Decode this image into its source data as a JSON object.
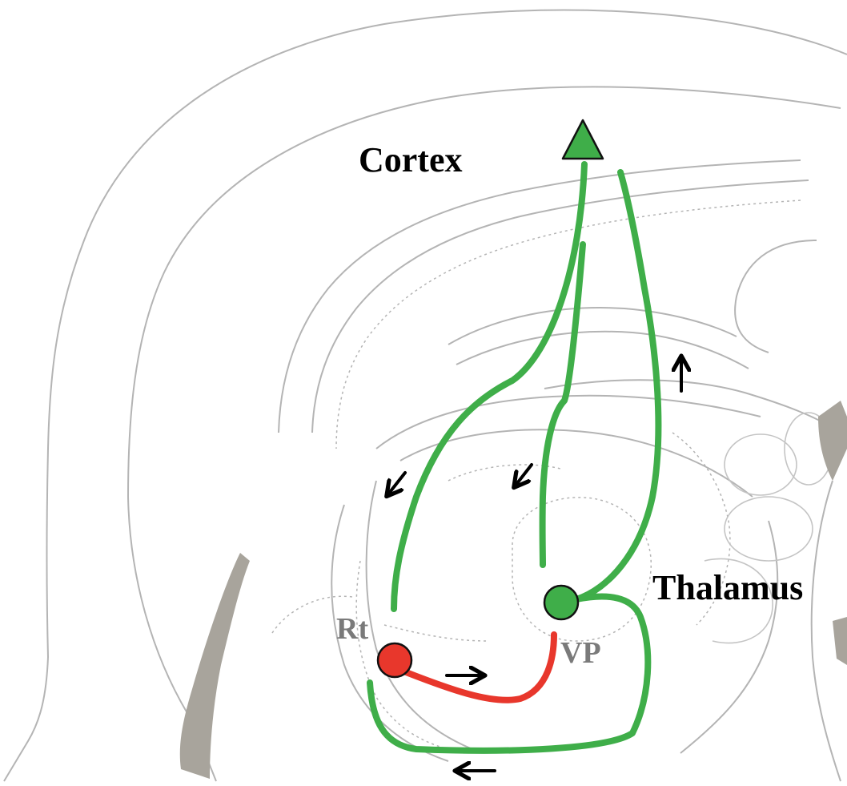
{
  "labels": {
    "cortex": "Cortex",
    "thalamus": "Thalamus",
    "rt": "Rt",
    "vp": "VP"
  },
  "colors": {
    "excitatory_pathway": "#3fae49",
    "inhibitory_pathway": "#e8372c",
    "outline": "#b4b4b4",
    "ventricle_fill": "#a8a49c",
    "main_label": "#000000",
    "nucleus_label": "#7a7a7a",
    "arrow": "#000000"
  },
  "nodes": [
    {
      "id": "cortex-pyramidal-triangle",
      "shape": "triangle",
      "color": "#3fae49"
    },
    {
      "id": "vp-neuron",
      "shape": "circle",
      "color": "#3fae49"
    },
    {
      "id": "rt-neuron",
      "shape": "circle",
      "color": "#e8372c"
    }
  ],
  "arrows": [
    {
      "id": "arrow-down-left-outer",
      "direction": "down-left"
    },
    {
      "id": "arrow-down-left-inner",
      "direction": "down-left"
    },
    {
      "id": "arrow-up",
      "direction": "up"
    },
    {
      "id": "arrow-right",
      "direction": "right"
    },
    {
      "id": "arrow-left",
      "direction": "left"
    }
  ]
}
